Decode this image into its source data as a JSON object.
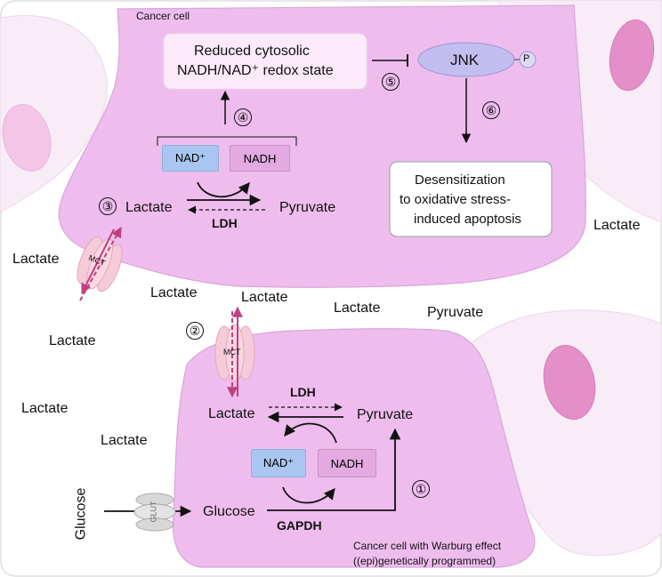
{
  "labels": {
    "top_cell": "Cancer cell",
    "bottom_cell_line1": "Cancer cell with Warburg effect",
    "bottom_cell_line2": "((epi)genetically programmed)",
    "redox_line1": "Reduced cytosolic",
    "redox_line2": "NADH/NAD⁺ redox state",
    "jnk": "JNK",
    "phospho": "P",
    "desens_line1": "Desensitization",
    "desens_line2": "to oxidative stress-",
    "desens_line3": "induced apoptosis",
    "nad": "NAD⁺",
    "nadh": "NADH",
    "lactate": "Lactate",
    "pyruvate": "Pyruvate",
    "ldh": "LDH",
    "gapdh": "GAPDH",
    "glucose": "Glucose",
    "mct": "MCT",
    "glut": "GLUT"
  },
  "steps": [
    "①",
    "②",
    "③",
    "④",
    "⑤",
    "⑥"
  ],
  "colors": {
    "cell_fill": "#eebdee",
    "cell_stroke": "#d7a6d8",
    "bg_cell": "#f8ecf7",
    "nucleus": "#e48fc8",
    "nad_box": "#a8c6ef",
    "nadh_box": "#e3a9e1",
    "jnk": "#c3bdf0",
    "transport_arrow": "#c0407e"
  }
}
